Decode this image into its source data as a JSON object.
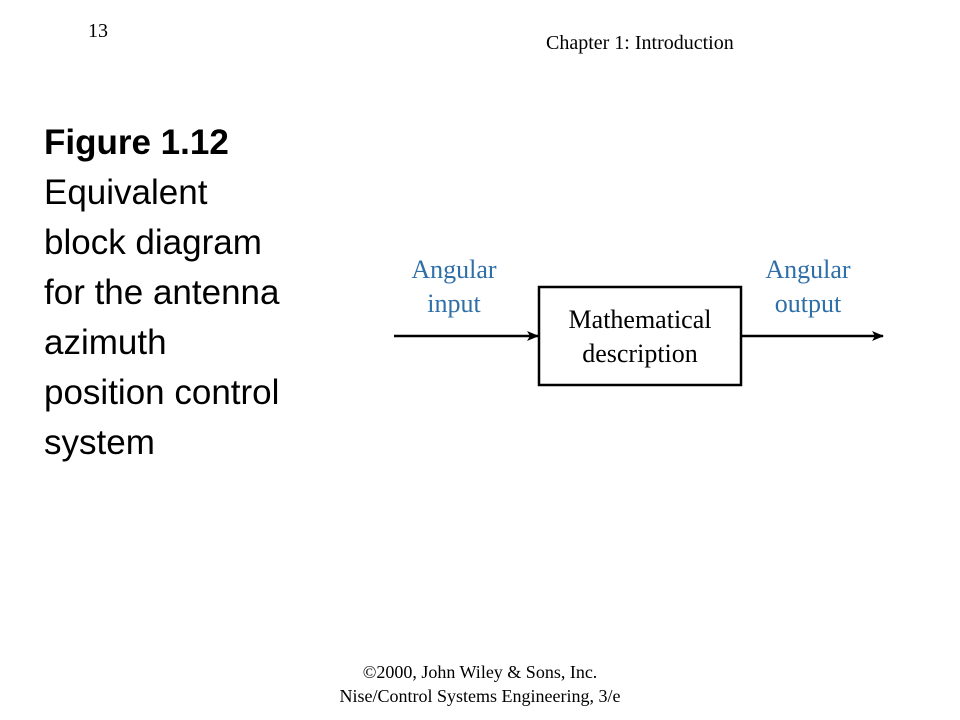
{
  "header": {
    "page_number": "13",
    "chapter": "Chapter 1: Introduction"
  },
  "caption": {
    "title": "Figure 1.12",
    "lines": [
      "Equivalent",
      "block diagram",
      "for the antenna",
      "azimuth",
      "position control",
      "system"
    ]
  },
  "diagram": {
    "input_label": [
      "Angular",
      "input"
    ],
    "block_label": [
      "Mathematical",
      "description"
    ],
    "output_label": [
      "Angular",
      "output"
    ],
    "label_color": "#2f6fa8",
    "block_text_color": "#000000"
  },
  "footer": {
    "line1": "©2000, John Wiley & Sons, Inc.",
    "line2": "Nise/Control Systems Engineering, 3/e"
  }
}
